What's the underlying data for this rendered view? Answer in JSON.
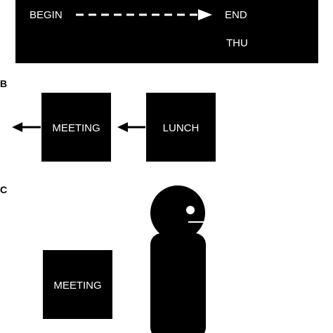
{
  "panel_a": {
    "start_label": "BEGIN",
    "end_label": "END",
    "day_label": "THU"
  },
  "panel_b": {
    "letter": "B",
    "box_left_label": "MEETING",
    "box_right_label": "LUNCH"
  },
  "panel_c": {
    "letter": "C",
    "box_label": "MEETING"
  },
  "colors": {
    "ink": "#000000",
    "paper": "#ffffff"
  },
  "icons": {
    "arrow": "arrow-icon",
    "figure": "person-figure-icon"
  }
}
